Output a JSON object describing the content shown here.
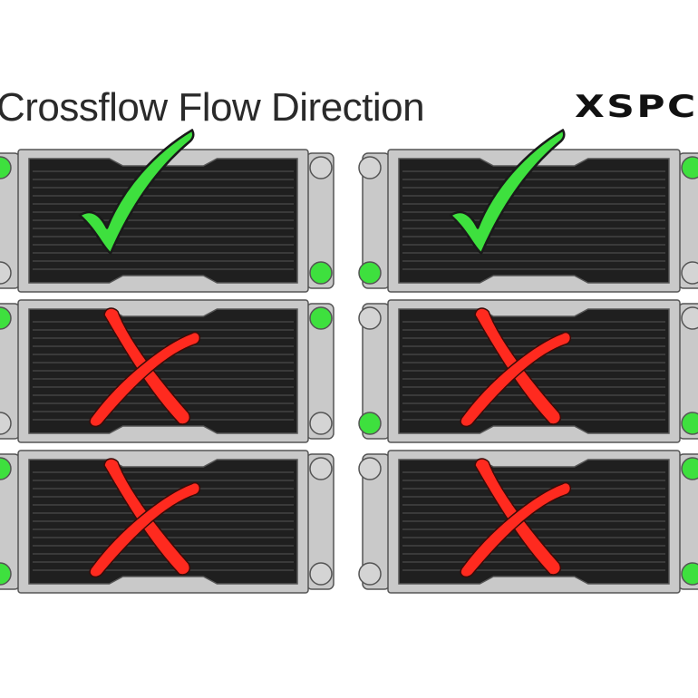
{
  "title": "Crossflow Flow Direction",
  "logo_text": "XSPC",
  "colors": {
    "frame": "#c9c9c9",
    "frame_stroke": "#555555",
    "core": "#1f1f1f",
    "fin": "#3a3a3a",
    "port_active": "#3ee03e",
    "port_inactive": "#d4d4d4",
    "check": "#3ee03e",
    "cross": "#ff2a1f"
  },
  "diagrams": [
    {
      "name": "radiator-left-row-1",
      "active_ports": [
        "left-top",
        "right-bottom"
      ],
      "result": "correct"
    },
    {
      "name": "radiator-right-row-1",
      "active_ports": [
        "right-top",
        "left-bottom"
      ],
      "result": "correct"
    },
    {
      "name": "radiator-left-row-2",
      "active_ports": [
        "left-top",
        "right-top"
      ],
      "result": "incorrect"
    },
    {
      "name": "radiator-right-row-2",
      "active_ports": [
        "left-bottom",
        "right-bottom"
      ],
      "result": "incorrect"
    },
    {
      "name": "radiator-left-row-3",
      "active_ports": [
        "left-top",
        "left-bottom"
      ],
      "result": "incorrect"
    },
    {
      "name": "radiator-right-row-3",
      "active_ports": [
        "right-top",
        "right-bottom"
      ],
      "result": "incorrect"
    }
  ]
}
